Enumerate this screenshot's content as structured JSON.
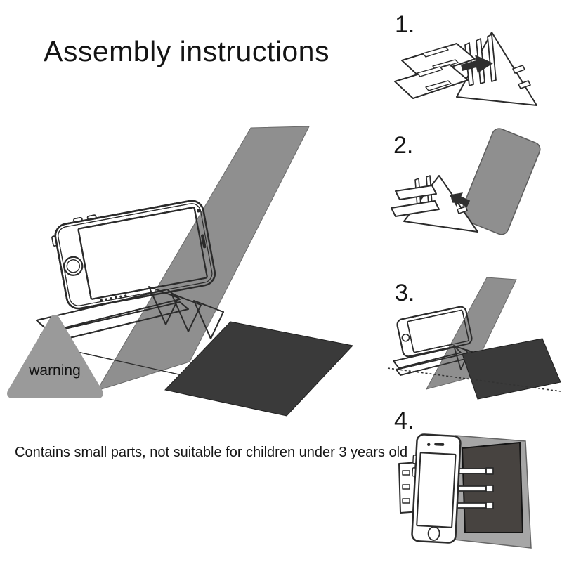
{
  "title": "Assembly instructions",
  "caption": "Contains small parts, not suitable for children under 3 years old",
  "main": {
    "warning_label": "warning"
  },
  "steps": [
    {
      "number": "1."
    },
    {
      "number": "2."
    },
    {
      "number": "3."
    },
    {
      "number": "4."
    }
  ],
  "colors": {
    "beam": "#8f8f8f",
    "mat": "#3a3a3a",
    "warning_triangle": "#9a9a9a",
    "line": "#2b2b2b",
    "arrow": "#2f2f2f",
    "screen_dark": "#474340",
    "panel_light": "#a6a6a6",
    "ink": "#111111"
  }
}
